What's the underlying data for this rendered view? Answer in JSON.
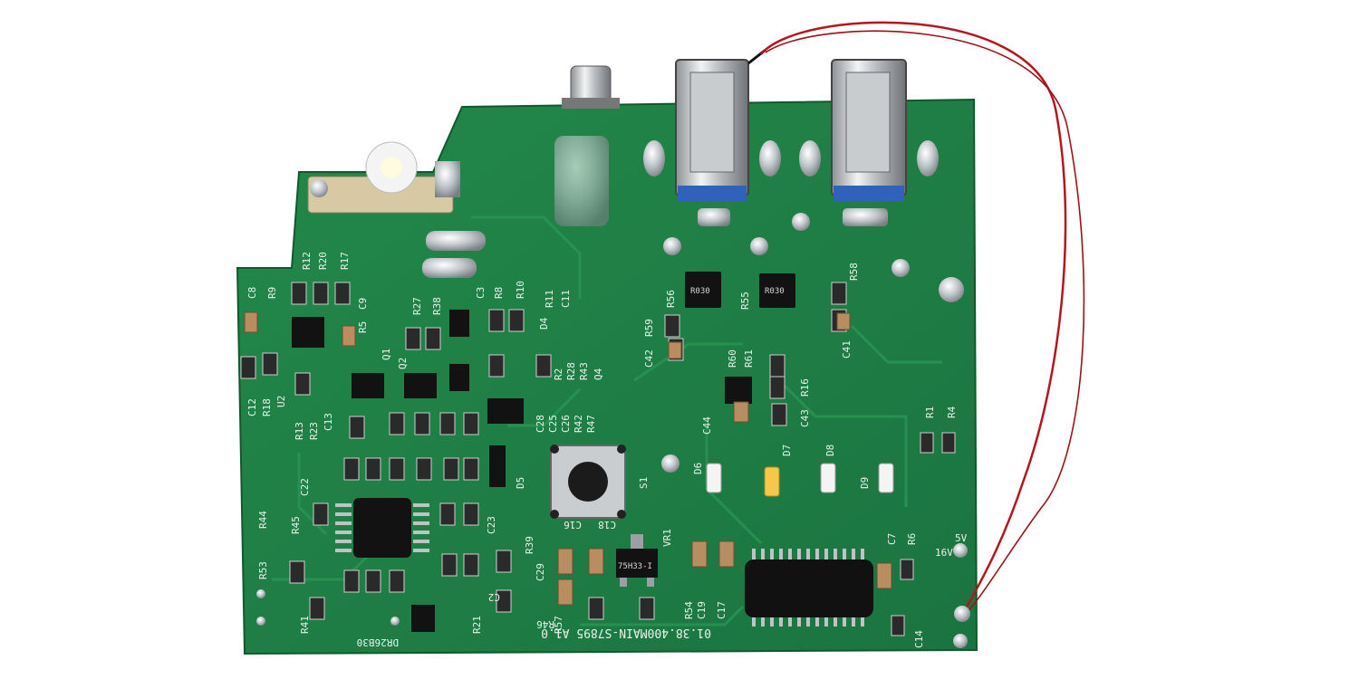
{
  "board": {
    "main_marking": "01.38.400MAIN-S7895 A1.0",
    "corner_marking": "DR26B30",
    "labels": {
      "r12": "R12",
      "r20": "R20",
      "r17": "R17",
      "r9": "R9",
      "c8": "C8",
      "c9": "C9",
      "r5": "R5",
      "r27": "R27",
      "r38": "R38",
      "c3": "C3",
      "r8": "R8",
      "r10": "R10",
      "r11": "R11",
      "c11": "C11",
      "d4": "D4",
      "q1": "Q1",
      "q2": "Q2",
      "c12": "C12",
      "r18": "R18",
      "u2": "U2",
      "r13": "R13",
      "r23": "R23",
      "c13": "C13",
      "r2": "R2",
      "r28": "R28",
      "r43": "R43",
      "q4": "Q4",
      "c28": "C28",
      "c25": "C25",
      "c26": "C26",
      "r42": "R42",
      "r47": "R47",
      "r56": "R56",
      "r59": "R59",
      "c42": "C42",
      "r55": "R55",
      "r58": "R58",
      "c41": "C41",
      "r60": "R60",
      "r61": "R61",
      "r16": "R16",
      "c43": "C43",
      "c44": "C44",
      "r1": "R1",
      "r4": "R4",
      "d5": "D5",
      "s1": "S1",
      "d6": "D6",
      "d7": "D7",
      "d8": "D8",
      "d9": "D9",
      "c16": "C16",
      "c18": "C18",
      "vr1": "VR1",
      "c22": "C22",
      "r44": "R44",
      "r45": "R45",
      "c23": "C23",
      "r39": "R39",
      "c29": "C29",
      "r53": "R53",
      "c7": "C7",
      "r6": "R6",
      "v5": "5V",
      "v16": "16V",
      "r54": "R54",
      "c19": "C19",
      "c17": "C17",
      "r57": "R57",
      "r41": "R41",
      "r21": "R21",
      "c14": "C14",
      "r46": "R46",
      "c2": "C2"
    },
    "chips": {
      "shunt_left": "R030",
      "shunt_right": "R030",
      "regulator": "75H33-I"
    },
    "colors": {
      "pcb": "#1f7d42",
      "pcb_dark": "#16653a",
      "silkscreen": "#e9f2ec",
      "solder": "#c9cdd0",
      "wire": "#b3161d",
      "led_amber": "#f4c84a"
    }
  }
}
